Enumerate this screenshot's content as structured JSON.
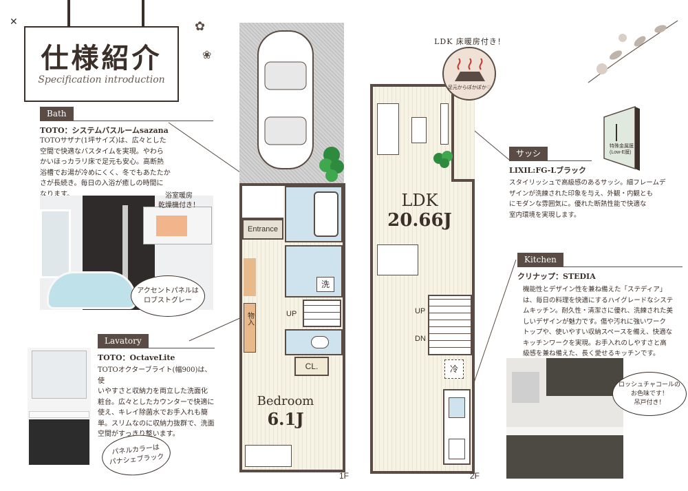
{
  "title": {
    "main": "仕様紹介",
    "sub": "Specification introduction"
  },
  "bath": {
    "tab": "Bath",
    "heading": "TOTO：システムバスルームsazana",
    "desc": [
      "TOTOサザナ(1坪サイズ)は、広々とした",
      "空間で快適なバスタイムを実現。やわら",
      "かいほっカラリ床で足元も安心。高断熱",
      "浴槽でお湯が冷めにくく、冬でもあたたか",
      "さが長続き。毎日の入浴が癒しの時間に",
      "なります。"
    ],
    "callout_dryer": [
      "浴室暖房",
      "乾燥機付き！"
    ],
    "callout_panel": [
      "アクセントパネルは",
      "ロブストグレー"
    ]
  },
  "lavatory": {
    "tab": "Lavatory",
    "heading": "TOTO：OctaveLite",
    "desc": [
      "TOTOオクターブライト(幅900)は、使",
      "いやすさと収納力を両立した洗面化",
      "粧台。広々としたカウンターで快適に",
      "使え、キレイ除菌水でお手入れも簡",
      "単。スリムなのに収納力抜群で、洗面",
      "空間がすっきり整います。"
    ],
    "callout_color": [
      "パネルカラーは",
      "パナシェブラック"
    ]
  },
  "sash": {
    "tab": "サッシ",
    "heading": "LIXIL:FG-Lブラック",
    "desc": [
      "スタイリッシュで高級感のあるサッシ。細フレームデ",
      "ザインが洗練された印象を与え、外観・内観とも",
      "にモダンな雰囲気に。優れた断熱性能で快適な",
      "室内環境を実現します。"
    ],
    "glass_label": [
      "特殊金属膜",
      "(Low-E膜)"
    ]
  },
  "kitchen": {
    "tab": "Kitchen",
    "heading": "クリナップ：STEDIA",
    "desc": [
      "機能性とデザイン性を兼ね備えた「ステディア」",
      "は、毎日の料理を快適にするハイグレードなシステ",
      "ムキッチン。耐久性・清潔さに優れ、洗練された美",
      "しいデザインが魅力です。傷や汚れに強いワーク",
      "トップや、使いやすい収納スペースを備え、快適な",
      "キッチンワークを実現。お手入れのしやすさと高",
      "級感を兼ね備えた、長く愛せるキッチンです。"
    ],
    "callout_color": [
      "ロッシュチャコールの",
      "お色味です！",
      "吊戸付き！"
    ]
  },
  "floor_heating": {
    "badge": "LDK 床暖房付き！",
    "sub": "足元からぽかぽか♡"
  },
  "plan_1f": {
    "entrance": "Entrance",
    "wash": "洗",
    "storage": "物入",
    "up": "UP",
    "closet": "CL.",
    "bedroom": "Bedroom",
    "bedroom_size": "6.1J",
    "floor_label": "1F"
  },
  "plan_2f": {
    "ldk": "LDK",
    "ldk_size": "20.66J",
    "up": "UP",
    "dn": "DN",
    "fridge": "冷",
    "floor_label": "2F"
  },
  "colors": {
    "accent": "#5a4c44",
    "text": "#3b2f29",
    "floor": "#f7f3e4",
    "water": "#cfe3ef"
  }
}
